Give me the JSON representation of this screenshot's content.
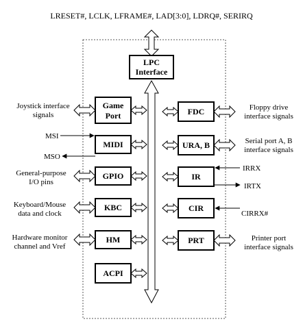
{
  "top_signals": "LRESET#, LCLK, LFRAME#, LAD[3:0], LDRQ#, SERIRQ",
  "lpc": {
    "line1": "LPC",
    "line2": "Interface"
  },
  "left_blocks": [
    {
      "id": "game-port",
      "label1": "Game",
      "label2": "Port",
      "ext1": "Joystick interface",
      "ext2": "signals"
    },
    {
      "id": "midi",
      "label1": "MIDI",
      "pin_in": "MSI",
      "pin_out": "MSO"
    },
    {
      "id": "gpio",
      "label1": "GPIO",
      "ext1": "General-purpose",
      "ext2": "I/O pins"
    },
    {
      "id": "kbc",
      "label1": "KBC",
      "ext1": "Keyboard/Mouse",
      "ext2": "data and clock"
    },
    {
      "id": "hm",
      "label1": "HM",
      "ext1": "Hardware monitor",
      "ext2": "channel and Vref"
    },
    {
      "id": "acpi",
      "label1": "ACPI"
    }
  ],
  "right_blocks": [
    {
      "id": "fdc",
      "label1": "FDC",
      "ext1": "Floppy drive",
      "ext2": "interface signals"
    },
    {
      "id": "ura-b",
      "label1": "URA, B",
      "ext1": "Serial port A, B",
      "ext2": "interface signals"
    },
    {
      "id": "ir",
      "label1": "IR",
      "pin_in": "IRRX",
      "pin_out": "IRTX"
    },
    {
      "id": "cir",
      "label1": "CIR",
      "pin_in": "CIRRX#"
    },
    {
      "id": "prt",
      "label1": "PRT",
      "ext1": "Printer port",
      "ext2": "interface signals"
    }
  ]
}
